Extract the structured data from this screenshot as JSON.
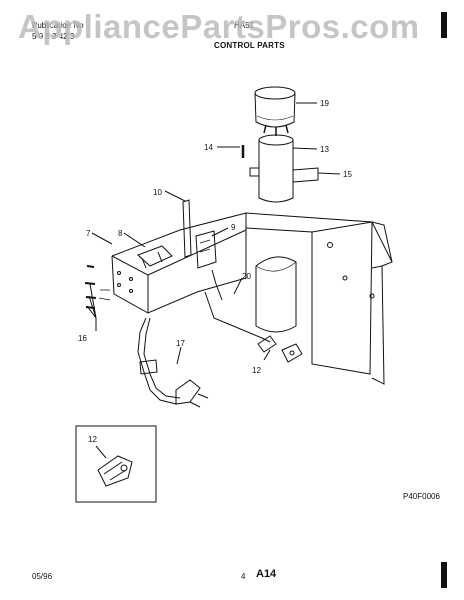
{
  "header": {
    "publication_label": "Publication No",
    "publication_number": "5 9 5 2 42 3",
    "model": "HA51",
    "section_title": "CONTROL PARTS"
  },
  "watermark": "AppliancePartsPros.com",
  "callouts": [
    "19",
    "14",
    "13",
    "15",
    "10",
    "9",
    "7",
    "8",
    "20",
    "16",
    "17",
    "12"
  ],
  "inset_callout": "12",
  "reference_code": "P40F0006",
  "footer": {
    "date": "05/96",
    "page": "4",
    "section": "A14"
  },
  "colors": {
    "ink": "#111111",
    "watermark": "#969696"
  }
}
